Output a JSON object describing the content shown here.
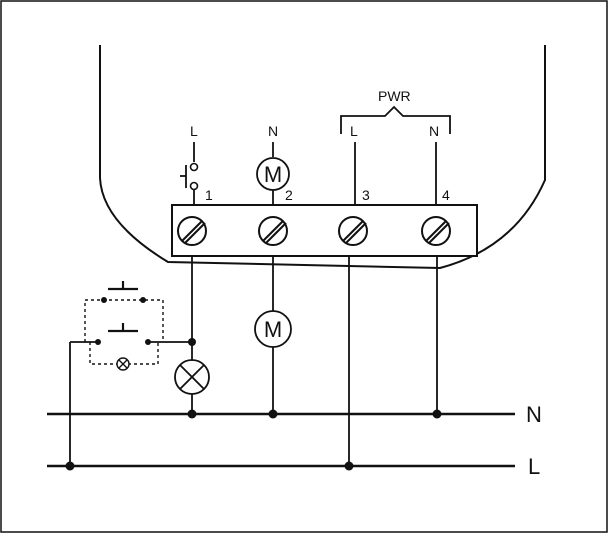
{
  "labels": {
    "pwr": "PWR",
    "in1_top": "L",
    "in2_top": "N",
    "in3_top": "L",
    "in4_top": "N",
    "bus_n": "N",
    "bus_l": "L"
  },
  "terminals": [
    "1",
    "2",
    "3",
    "4"
  ],
  "motor_symbol": "M",
  "colors": {
    "stroke": "#111111",
    "background": "#ffffff"
  }
}
